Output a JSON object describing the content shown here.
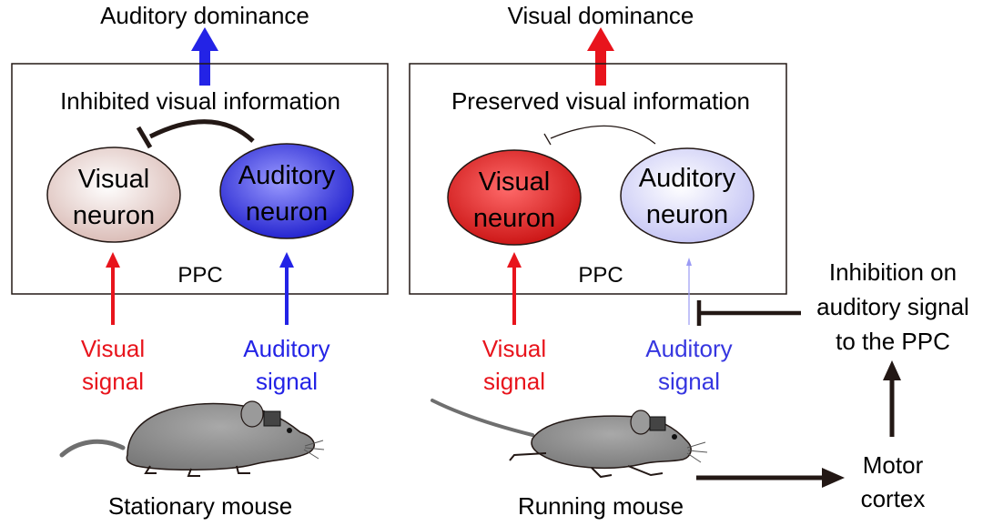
{
  "left_panel": {
    "output_label": "Auditory dominance",
    "box_caption": "Inhibited visual information",
    "region_label": "PPC",
    "visual_neuron": [
      "Visual",
      "neuron"
    ],
    "auditory_neuron": [
      "Auditory",
      "neuron"
    ],
    "visual_signal": [
      "Visual",
      "signal"
    ],
    "auditory_signal": [
      "Auditory",
      "signal"
    ],
    "mouse_label": "Stationary mouse"
  },
  "right_panel": {
    "output_label": "Visual dominance",
    "box_caption": "Preserved visual information",
    "region_label": "PPC",
    "visual_neuron": [
      "Visual",
      "neuron"
    ],
    "auditory_neuron": [
      "Auditory",
      "neuron"
    ],
    "visual_signal": [
      "Visual",
      "signal"
    ],
    "auditory_signal": [
      "Auditory",
      "signal"
    ],
    "mouse_label": "Running mouse"
  },
  "side": {
    "inhibition_label": [
      "Inhibition on",
      "auditory signal",
      "to the PPC"
    ],
    "motor_label": [
      "Motor",
      "cortex"
    ]
  },
  "colors": {
    "red": "#e8141c",
    "blue": "#2323e6",
    "light_blue": "#5a5af0",
    "black": "#231815"
  }
}
